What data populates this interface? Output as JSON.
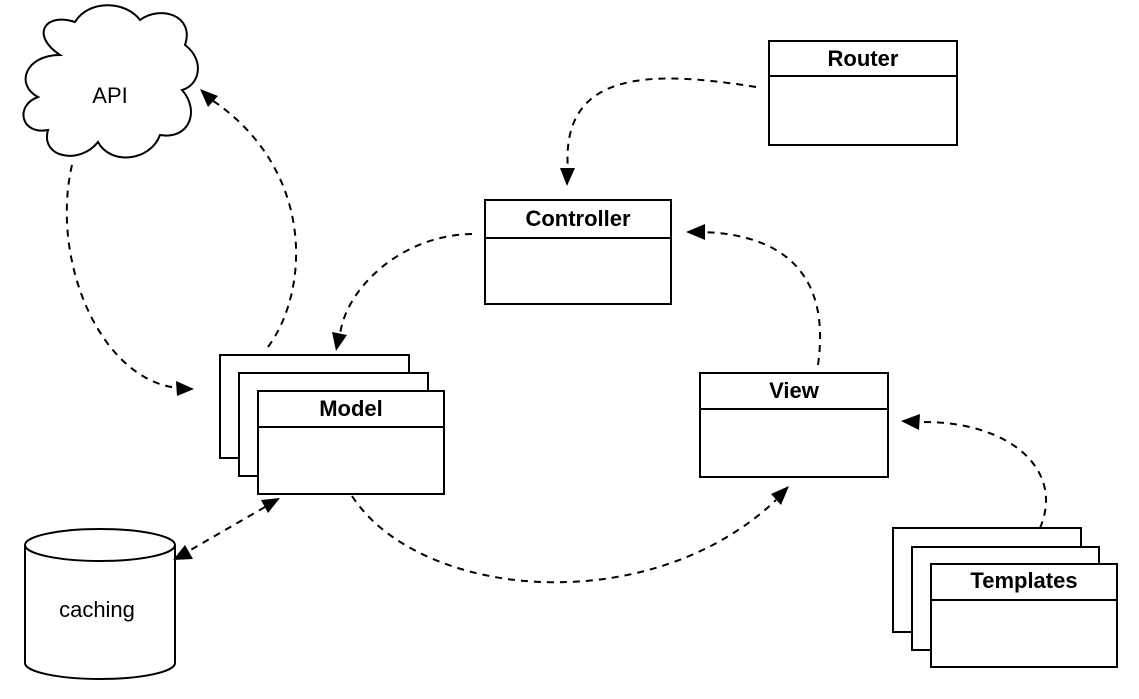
{
  "nodes": {
    "api": {
      "label": "API",
      "shape": "cloud"
    },
    "router": {
      "label": "Router",
      "shape": "class-box"
    },
    "controller": {
      "label": "Controller",
      "shape": "class-box"
    },
    "model": {
      "label": "Model",
      "shape": "stacked-class-box"
    },
    "view": {
      "label": "View",
      "shape": "class-box"
    },
    "templates": {
      "label": "Templates",
      "shape": "stacked-class-box"
    },
    "caching": {
      "label": "caching",
      "shape": "cylinder"
    }
  },
  "edges": [
    {
      "from": "api",
      "to": "model",
      "style": "dashed",
      "arrow": "end"
    },
    {
      "from": "model",
      "to": "api",
      "style": "dashed",
      "arrow": "end"
    },
    {
      "from": "router",
      "to": "controller",
      "style": "dashed",
      "arrow": "end"
    },
    {
      "from": "controller",
      "to": "model",
      "style": "dashed",
      "arrow": "end"
    },
    {
      "from": "view",
      "to": "controller",
      "style": "dashed",
      "arrow": "end"
    },
    {
      "from": "model",
      "to": "view",
      "style": "dashed",
      "arrow": "end"
    },
    {
      "from": "templates",
      "to": "view",
      "style": "dashed",
      "arrow": "end"
    },
    {
      "from": "model",
      "to": "caching",
      "style": "dashed",
      "arrow": "both"
    }
  ],
  "colors": {
    "stroke": "#000000",
    "fill": "#ffffff",
    "background": "#ffffff"
  }
}
